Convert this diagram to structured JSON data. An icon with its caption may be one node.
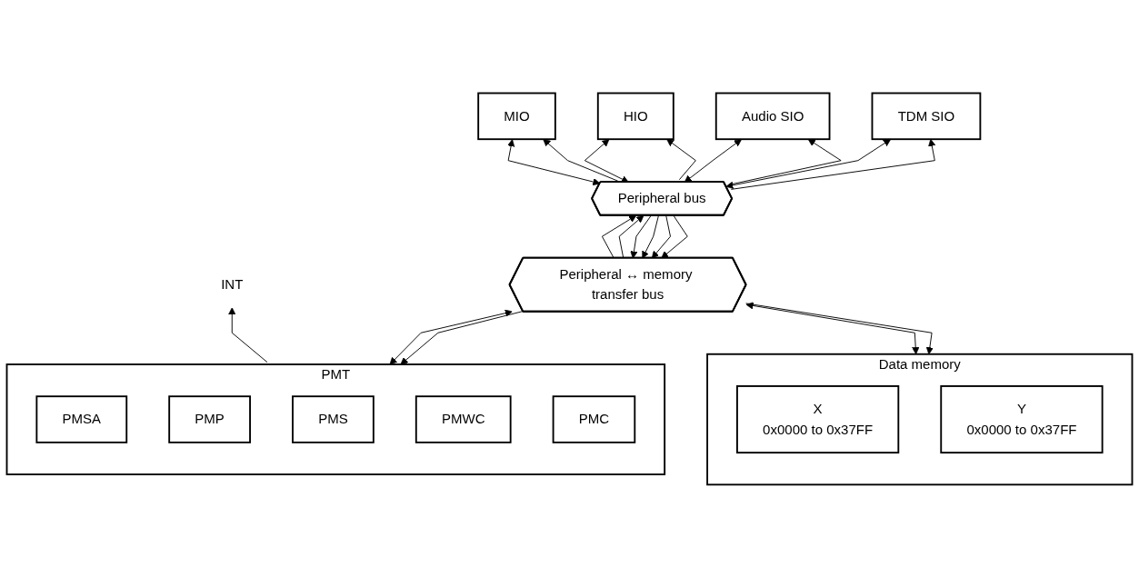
{
  "diagram": {
    "nodes": [
      {
        "text": [
          "TDM SIO"
        ]
      },
      {
        "text": [
          "Audio SIO"
        ]
      },
      {
        "text": [
          "HIO"
        ]
      },
      {
        "text": [
          "MIO"
        ]
      },
      {
        "text": [
          "Peripheral bus"
        ]
      },
      {
        "text": [
          "Peripheral ↔ memory transfer bus"
        ]
      },
      {
        "text": [
          "PMT"
        ]
      },
      {
        "text": [
          "PMSA"
        ],
        "in": 6
      },
      {
        "text": [
          "PMP"
        ],
        "in": 6
      },
      {
        "text": [
          "PMS"
        ],
        "in": 6
      },
      {
        "text": [
          "PMWC"
        ],
        "in": 6
      },
      {
        "text": [
          "PMC"
        ],
        "in": 6
      },
      {
        "text": [
          "Data memory"
        ]
      },
      {
        "text": [
          "X",
          "0x0000 to 0x37FF"
        ],
        "in": 12
      },
      {
        "text": [
          "Y",
          "0x0000 to 0x37FF"
        ],
        "in": 12
      },
      {
        "text": [
          "INT"
        ]
      }
    ],
    "edges": [
      {
        "from": 4,
        "to": 0,
        "arrow": "to"
      },
      {
        "from": 0,
        "to": 4,
        "arrow": "both"
      },
      {
        "from": 4,
        "to": 1,
        "arrow": "to"
      },
      {
        "from": 1,
        "to": 4,
        "arrow": "both"
      },
      {
        "from": 4,
        "to": 2,
        "arrow": "to"
      },
      {
        "from": 2,
        "to": 4,
        "arrow": "both"
      },
      {
        "from": 4,
        "to": 3,
        "arrow": "to"
      },
      {
        "from": 3,
        "to": 4,
        "arrow": "both"
      },
      {
        "from": 4,
        "to": 5,
        "arrow": "to"
      },
      {
        "from": 5,
        "to": 4,
        "arrow": "to"
      },
      {
        "from": 4,
        "to": 5,
        "arrow": "to"
      },
      {
        "from": 4,
        "to": 5,
        "arrow": "to"
      },
      {
        "from": 4,
        "to": 5,
        "arrow": "to"
      },
      {
        "from": 5,
        "to": 4,
        "arrow": "to"
      },
      {
        "from": 5,
        "to": 6,
        "arrow": "to"
      },
      {
        "from": 5,
        "to": 6,
        "arrow": "both"
      },
      {
        "from": 6,
        "to": 15,
        "arrow": "to"
      },
      {
        "from": 5,
        "to": 12,
        "arrow": "to"
      },
      {
        "from": 5,
        "to": 12,
        "arrow": "both"
      }
    ]
  }
}
